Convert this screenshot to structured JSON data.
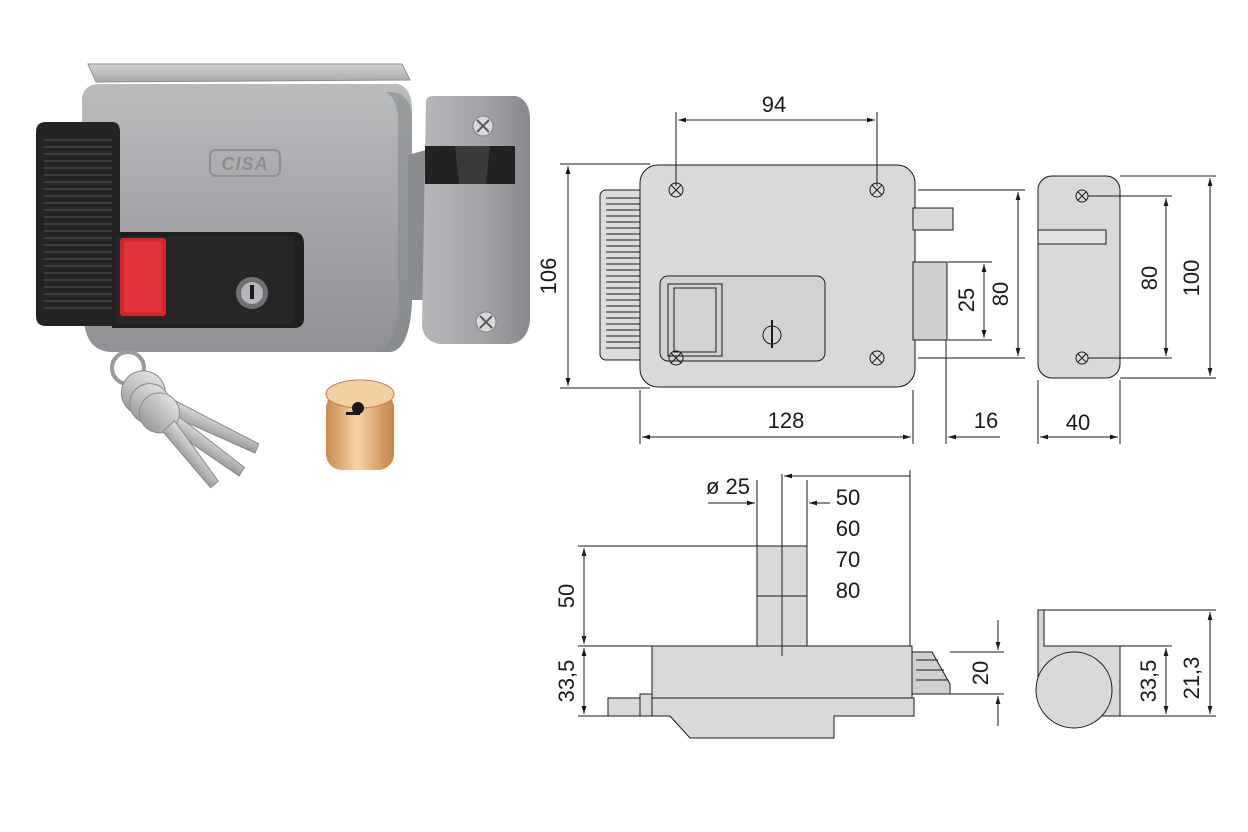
{
  "product": {
    "brand_mark": "CISA"
  },
  "drawing": {
    "front_view": {
      "width_top_holes": "94",
      "height_total": "106",
      "body_width": "128",
      "bolt_projection": "16",
      "bolt_offset": "25",
      "hole_spacing_vertical": "80"
    },
    "side_view": {
      "depth": "40",
      "hole_spacing": "80",
      "total_height": "100"
    },
    "top_view": {
      "cylinder_diameter": "ø 25",
      "cylinder_lengths": [
        "50",
        "60",
        "70",
        "80"
      ],
      "cylinder_height": "50",
      "body_depth": "33,5",
      "bolt_height": "20"
    },
    "end_view": {
      "depth": "33,5",
      "keeper_depth": "21,3"
    }
  },
  "colors": {
    "line": "#1a1a1a",
    "body_gray": "#d9d9d9",
    "lock_gray": "#a7a9ab",
    "handle_black": "#222222",
    "button_red": "#d6262b",
    "brass": "#e8b87a"
  }
}
